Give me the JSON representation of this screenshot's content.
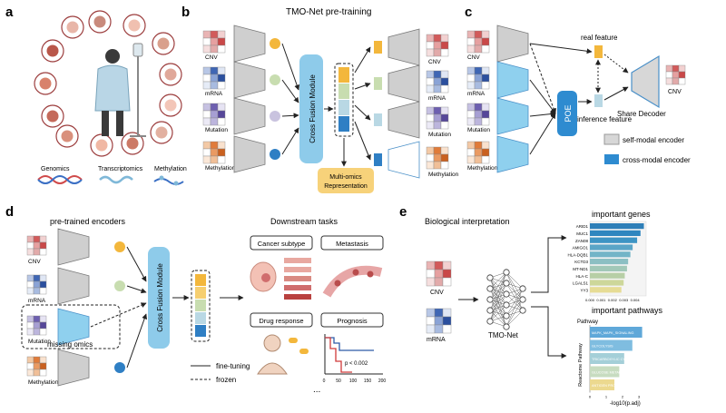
{
  "panels": {
    "a": {
      "label": "a",
      "omics": [
        "Genomics",
        "Transcriptomics",
        "Methylation"
      ]
    },
    "b": {
      "label": "b",
      "title": "TMO-Net pre-training",
      "inputs": [
        "CNV",
        "mRNA",
        "Mutation",
        "Methylation"
      ],
      "fusion": "Cross Fusion Module",
      "outputs": [
        "CNV",
        "mRNA",
        "Mutation",
        "Methylation"
      ],
      "representation": [
        "Multi-omics",
        "Representation"
      ]
    },
    "c": {
      "label": "c",
      "inputs": [
        "CNV",
        "mRNA",
        "Mutation",
        "Methylation"
      ],
      "poe": "POE",
      "real_feature": "real feature",
      "inference_feature": "inference feature",
      "decoder": "Share Decoder",
      "output": "CNV",
      "legend": {
        "self": "self-modal encoder",
        "cross": "cross-modal encoder"
      }
    },
    "d": {
      "label": "d",
      "title": "pre-trained encoders",
      "inputs": [
        "CNV",
        "mRNA",
        "Mutation",
        "Methylation"
      ],
      "missing": "missing omics",
      "fusion": "Cross Fusion Module",
      "downstream_title": "Downstream tasks",
      "tasks": [
        "Cancer subtype",
        "Metastasis",
        "Drug response",
        "Prognosis"
      ],
      "legend": {
        "fine": "fine-tuning",
        "frozen": "frozen"
      },
      "km_pvalue": "p < 0.002",
      "km_x_ticks": [
        "0",
        "50",
        "100",
        "150",
        "200"
      ],
      "more": "..."
    },
    "e": {
      "label": "e",
      "title": "Biological interpretation",
      "inputs": [
        "CNV",
        "mRNA"
      ],
      "model": "TMO-Net",
      "genes_title": "important genes",
      "genes": [
        "ARID1",
        "MUC1",
        "ZAN08",
        "AMIGO1",
        "HLA-DQB1",
        "KCTD3",
        "MT-ND1",
        "HLA-C",
        "LGALS1",
        "YY3"
      ],
      "gene_values": [
        0.0048,
        0.0045,
        0.0042,
        0.0038,
        0.0036,
        0.0034,
        0.0033,
        0.0031,
        0.003,
        0.0028
      ],
      "gene_ticks": [
        "0.000",
        "0.001",
        "0.002",
        "0.003",
        "0.004"
      ],
      "pathways_title": "important pathways",
      "pathway_header": "Pathway",
      "pathways": [
        "MAPK_MAPK_SIGNALING",
        "GLYCOLYSIS",
        "TRICARBOXYLIC CYCLE",
        "GLUCOSE METABOLISM",
        "ANTIGEN PROCESSING CROSS PRESENTATION"
      ],
      "pathway_values": [
        3.2,
        2.6,
        2.1,
        1.8,
        1.5
      ],
      "pathway_ylabel": "Reactome Pathway",
      "pathway_xlabel": "-log10(p.adj)",
      "pathway_ticks": [
        "0",
        "1",
        "2",
        "3"
      ]
    }
  },
  "colors": {
    "fusion": "#8ecbea",
    "encoder_gray": "#cfcfcf",
    "encoder_blue": "#8fd0ee",
    "poe": "#2e8bd0",
    "rep": "#f7d27a",
    "dot_colors": [
      "#f3b73c",
      "#c8ddb0",
      "#c9c3df",
      "#2f7fc4"
    ],
    "feature_colors": [
      "#f3b73c",
      "#c8ddb0",
      "#b9d8e4",
      "#2f7fc4"
    ]
  }
}
